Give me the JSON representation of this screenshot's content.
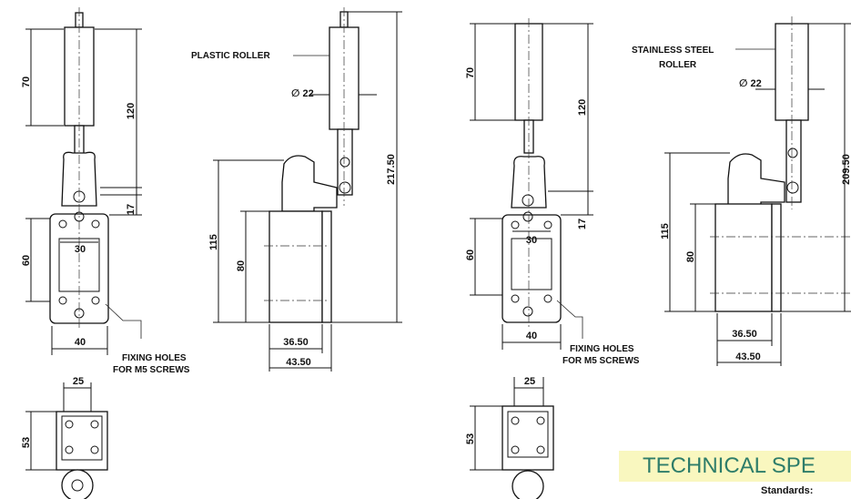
{
  "drawing_left": {
    "front": {
      "dim_70": "70",
      "dim_120": "120",
      "dim_17": "17",
      "dim_60": "60",
      "dim_30": "30",
      "dim_40": "40"
    },
    "side": {
      "roller_label": "PLASTIC ROLLER",
      "dim_diameter": "∅ 22",
      "dim_217": "217.50",
      "dim_115": "115",
      "dim_80": "80",
      "dim_36": "36.50",
      "dim_43": "43.50"
    },
    "fixing_line1": "FIXING HOLES",
    "fixing_line2": "FOR M5 SCREWS",
    "bottom": {
      "dim_25": "25",
      "dim_53": "53"
    }
  },
  "drawing_right": {
    "front": {
      "dim_70": "70",
      "dim_120": "120",
      "dim_17": "17",
      "dim_60": "60",
      "dim_30": "30",
      "dim_40": "40"
    },
    "side": {
      "roller_label_line1": "STAINLESS STEEL",
      "roller_label_line2": "ROLLER",
      "dim_diameter": "∅ 22",
      "dim_209": "209.50",
      "dim_115": "115",
      "dim_80": "80",
      "dim_36": "36.50",
      "dim_43": "43.50"
    },
    "fixing_line1": "FIXING HOLES",
    "fixing_line2": "FOR M5 SCREWS",
    "bottom": {
      "dim_25": "25",
      "dim_53": "53"
    }
  },
  "technical_heading": "TECHNICAL SPE",
  "standards_label": "Standards:",
  "colors": {
    "heading_bg": "#f9f7bf",
    "heading_text": "#2e7d6a"
  }
}
